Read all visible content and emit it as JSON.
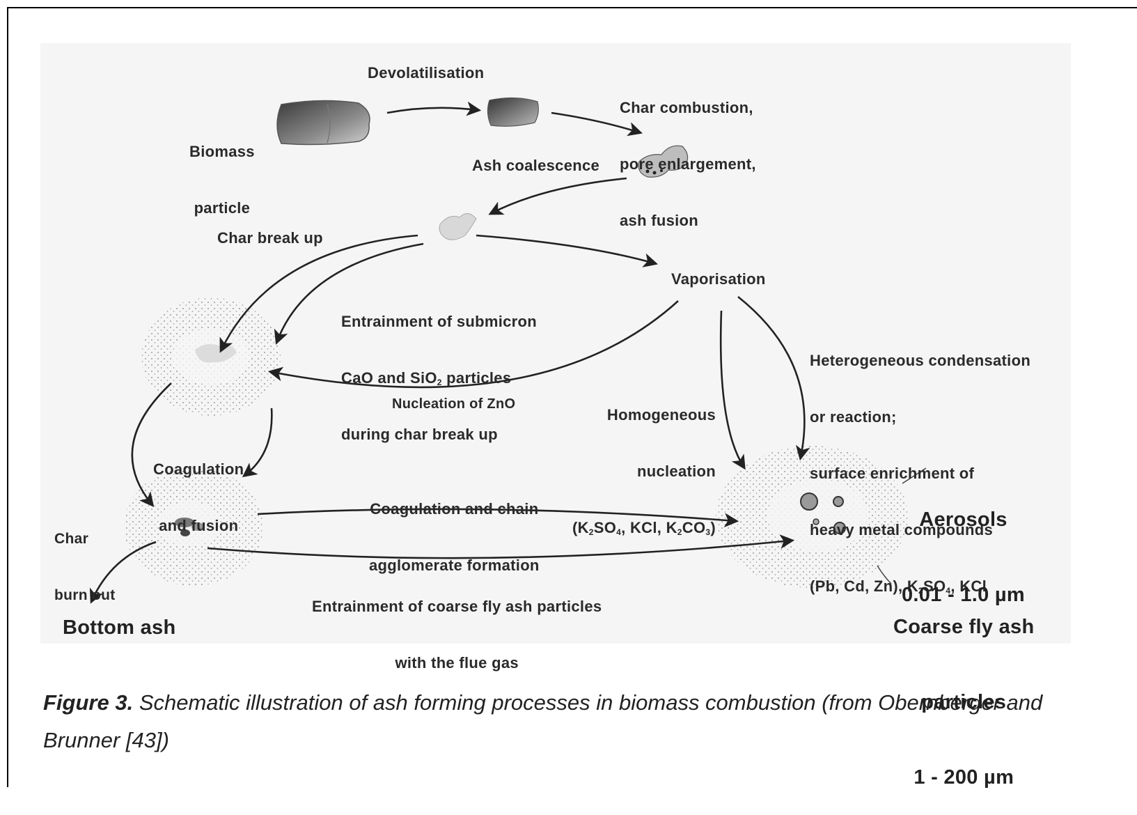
{
  "labels": {
    "devolatilisation": "Devolatilisation",
    "biomass_particle": [
      "Biomass",
      "particle"
    ],
    "char_combustion": [
      "Char combustion,",
      "pore enlargement,",
      "ash fusion"
    ],
    "ash_coalescence": "Ash coalescence",
    "char_break_up": "Char break up",
    "entrainment_submicron": {
      "line1": "Entrainment of submicron",
      "line2_a": "CaO and SiO",
      "line2_sub": "2",
      "line2_b": " particles",
      "line3": "during char break up"
    },
    "vaporisation": "Vaporisation",
    "heterogeneous": [
      "Heterogeneous condensation",
      "or reaction;",
      "surface enrichment of",
      "heavy metal compounds"
    ],
    "heterogeneous_last": {
      "a": "(Pb, Cd, Zn), K",
      "s1": "2",
      "b": "SO",
      "s2": "4",
      "c": ", KCl"
    },
    "homogeneous": [
      "Homogeneous",
      "nucleation"
    ],
    "homogeneous_formula": {
      "a": "(K",
      "s1": "2",
      "b": "SO",
      "s2": "4",
      "c": ", KCl, K",
      "s3": "2",
      "d": "CO",
      "s4": "3",
      "e": ")"
    },
    "nucleation_zno": "Nucleation of ZnO",
    "coagulation_fusion": [
      "Coagulation",
      "and fusion"
    ],
    "coagulation_chain": [
      "Coagulation and chain",
      "agglomerate formation"
    ],
    "char_burn_out": [
      "Char",
      "burn out"
    ],
    "entrainment_coarse": [
      "Entrainment of coarse fly ash particles",
      "with the flue gas"
    ],
    "bottom_ash": "Bottom ash",
    "aerosols": [
      "Aerosols",
      "0.01 - 1.0 µm"
    ],
    "coarse_fly_ash": [
      "Coarse fly ash",
      "particles",
      "1 - 200 µm"
    ]
  },
  "caption": {
    "figure_label": "Figure 3.",
    "text": " Schematic illustration of ash forming processes in biomass combustion (from Obernberger and Brunner [43])"
  }
}
